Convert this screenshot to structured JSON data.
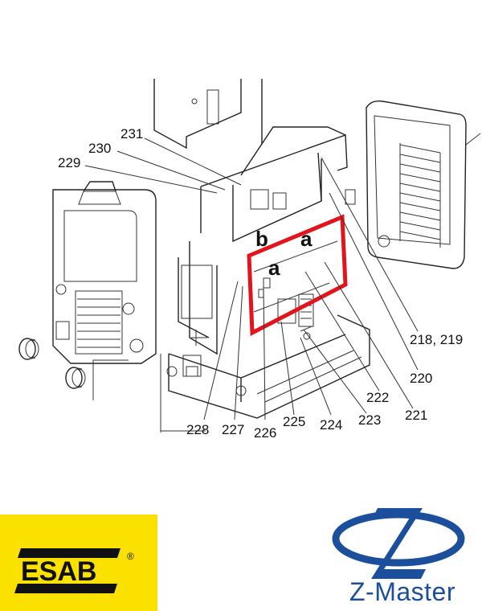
{
  "callouts": {
    "c231": "231",
    "c230": "230",
    "c229": "229",
    "c218_219": "218, 219",
    "c220": "220",
    "c221": "221",
    "c222": "222",
    "c223": "223",
    "c224": "224",
    "c225": "225",
    "c226": "226",
    "c227": "227",
    "c228": "228"
  },
  "markers": {
    "b": "b",
    "a1": "a",
    "a2": "a"
  },
  "highlight_color": "#e3141b",
  "logos": {
    "left_brand": "ESAB",
    "left_registered": "®",
    "right_brand": "Z-Master",
    "left_color": "#fbe100",
    "right_color": "#1b4f9c"
  }
}
